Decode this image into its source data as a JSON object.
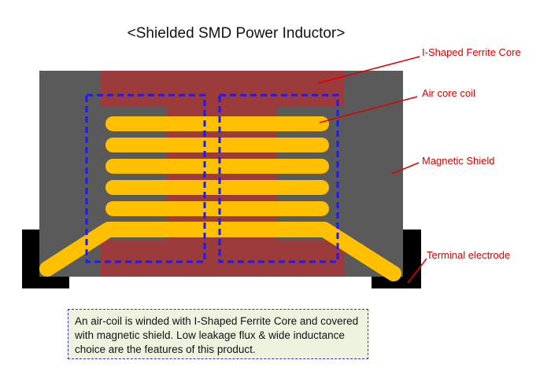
{
  "title": "<Shielded SMD Power Inductor>",
  "labels": {
    "ferrite_core": "I-Shaped Ferrite Core",
    "air_core_coil": "Air core coil",
    "magnetic_shield": "Magnetic Shield",
    "terminal_electrode": "Terminal electrode"
  },
  "description": "An air-coil is winded with I-Shaped Ferrite Core and covered with magnetic shield. Low leakage flux & wide inductance choice are the features of this product.",
  "colors": {
    "shield": "#5a5a5a",
    "ferrite": "#9b3b3b",
    "coil": "#ffc000",
    "electrode": "#000000",
    "annotation": "#e00000",
    "dashed_box": "#1a1aff",
    "description_bg": "#eef3df"
  }
}
